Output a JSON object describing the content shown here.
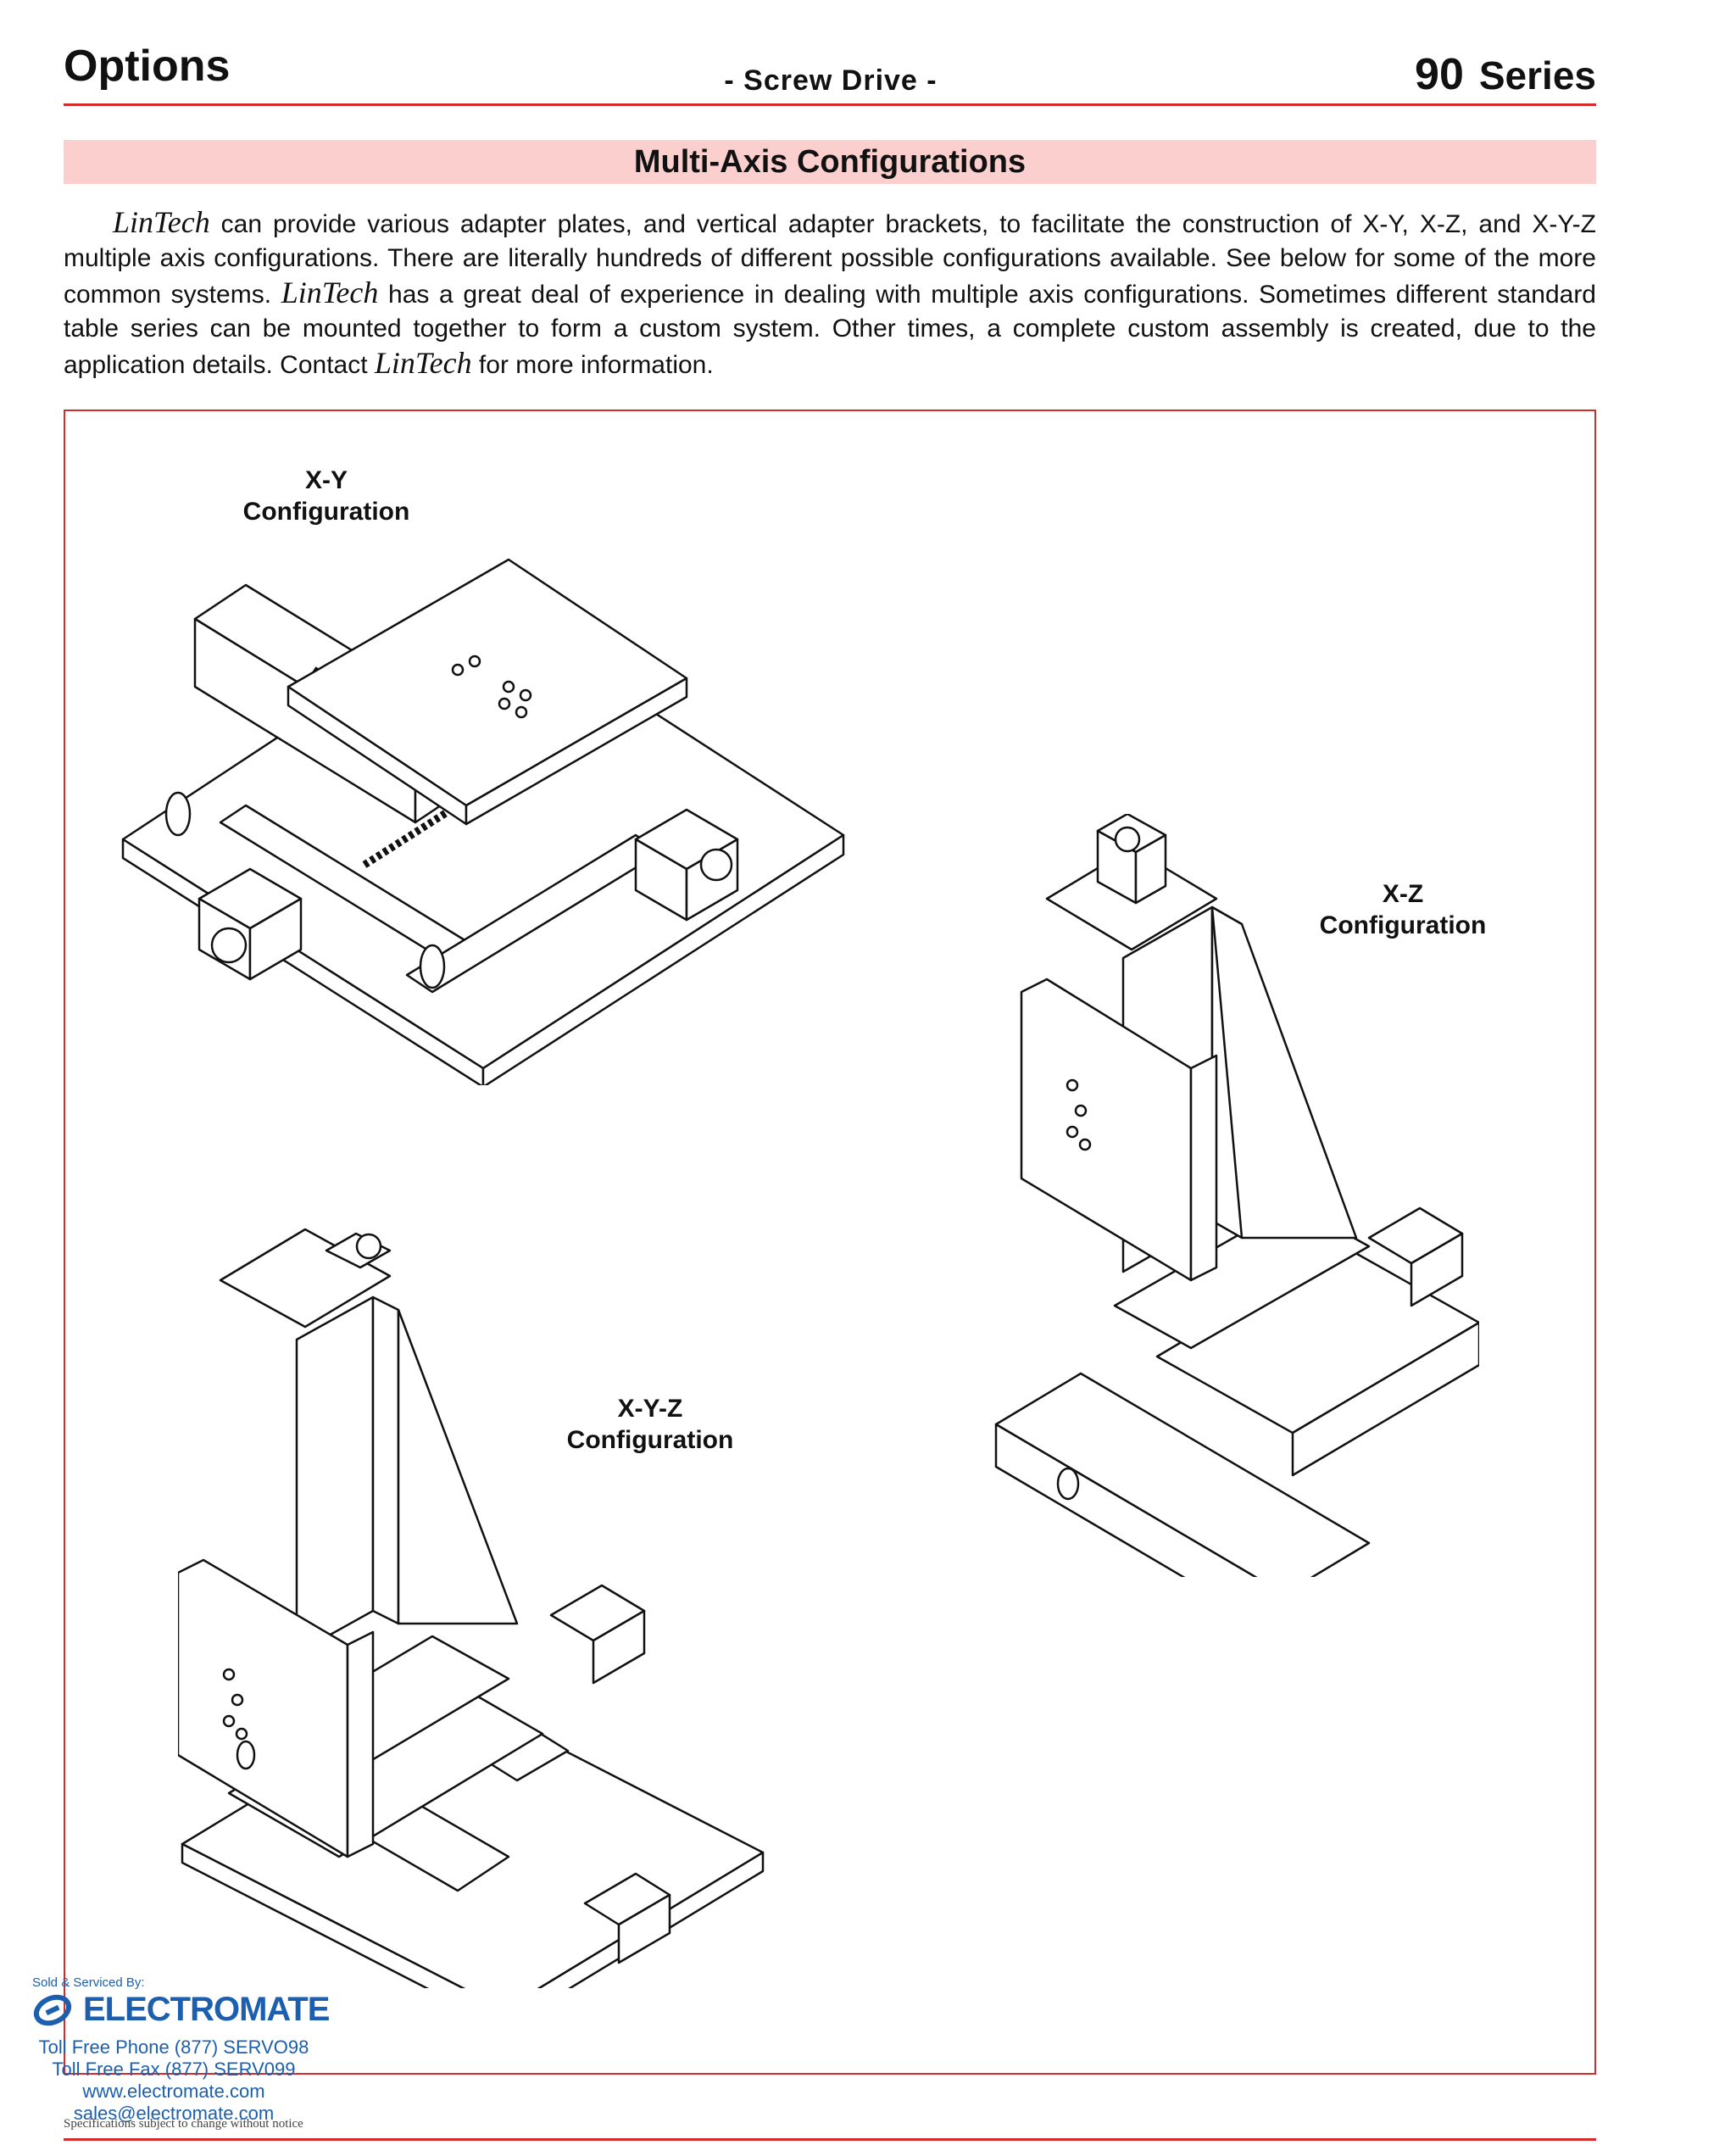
{
  "header": {
    "left_title": "Options",
    "center_title": "- Screw Drive -",
    "series_number": "90",
    "series_label": "Series"
  },
  "section": {
    "title": "Multi-Axis Configurations"
  },
  "intro": {
    "brand": "LinTech",
    "p1": " can provide various adapter plates, and vertical adapter brackets, to facilitate the construction of X-Y, X-Z, and X-Y-Z multiple axis configurations. There are literally hundreds of different possible configurations available. See below for some of the more common systems. ",
    "p2": " has a great deal of experience in dealing with multiple axis configurations. Sometimes different standard table series can be mounted together to form a custom system. Other times, a complete custom assembly is created, due to the application details. Contact ",
    "p3": " for more information."
  },
  "configurations": [
    {
      "line1": "X-Y",
      "line2": "Configuration"
    },
    {
      "line1": "X-Z",
      "line2": "Configuration"
    },
    {
      "line1": "X-Y-Z",
      "line2": "Configuration"
    }
  ],
  "dealer": {
    "sold_by": "Sold & Serviced By:",
    "company": "ELECTROMATE",
    "phone": "Toll Free Phone  (877) SERVO98",
    "fax": "Toll Free Fax  (877) SERV099",
    "web": "www.electromate.com",
    "email": "sales@electromate.com"
  },
  "footer": {
    "note": "Specifications subject to change without notice"
  },
  "colors": {
    "accent_red": "#d62b2b",
    "band_pink": "#fccfcf",
    "dealer_blue": "#1b5fae"
  }
}
